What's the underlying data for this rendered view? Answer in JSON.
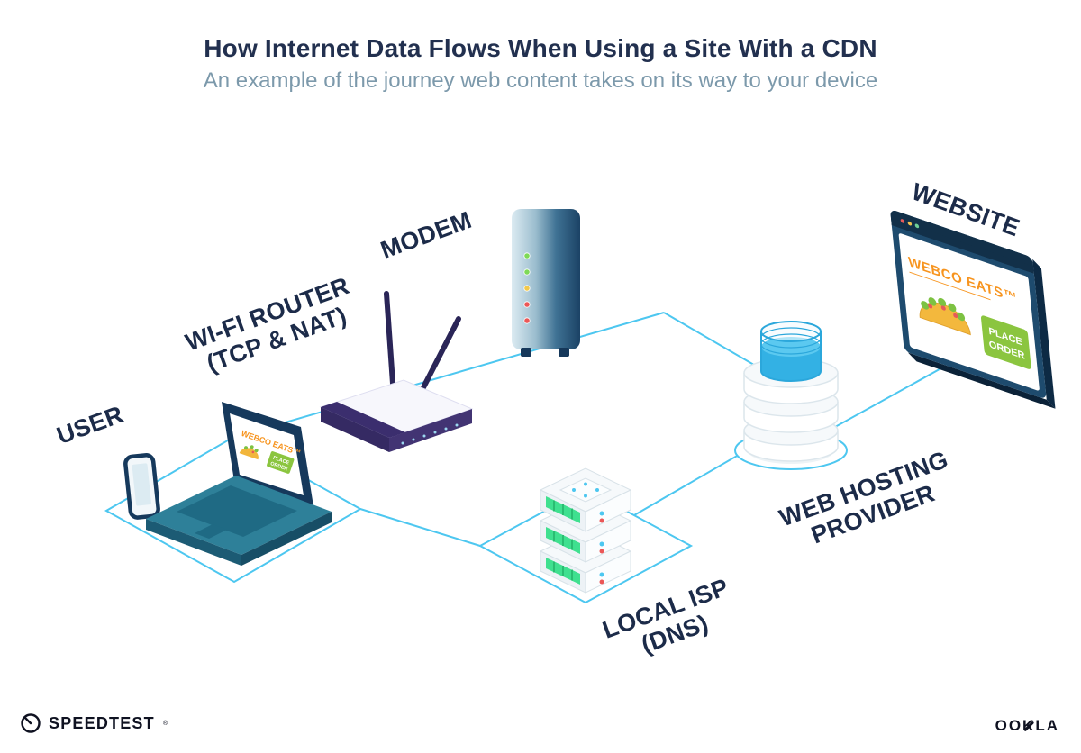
{
  "header": {
    "title": "How Internet Data Flows When Using a Site With a CDN",
    "subtitle": "An example of the journey web content takes on its way to your device"
  },
  "nodes": {
    "user": {
      "label": "USER"
    },
    "wifi_router": {
      "label_line1": "WI-FI ROUTER",
      "label_line2": "(TCP & NAT)"
    },
    "modem": {
      "label": "MODEM"
    },
    "local_isp": {
      "label_line1": "LOCAL ISP",
      "label_line2": "(DNS)"
    },
    "web_hosting": {
      "label_line1": "WEB HOSTING",
      "label_line2": "PROVIDER"
    },
    "website": {
      "label": "WEBSITE"
    }
  },
  "website_window": {
    "brand": "WEBCO EATS™",
    "button_line1": "PLACE",
    "button_line2": "ORDER"
  },
  "laptop_screen": {
    "brand": "WEBCO EATS™",
    "button_line1": "PLACE",
    "button_line2": "ORDER"
  },
  "footer": {
    "speedtest": "SPEEDTEST",
    "speedtest_mark": "®",
    "ookla": "OOKLA"
  },
  "colors": {
    "line_cyan": "#4DC7F0",
    "navy": "#1C2B49",
    "brand_orange": "#F7941E",
    "button_green": "#8BC53F",
    "laptop_teal": "#2E8099",
    "led_green": "#3FE08F"
  }
}
